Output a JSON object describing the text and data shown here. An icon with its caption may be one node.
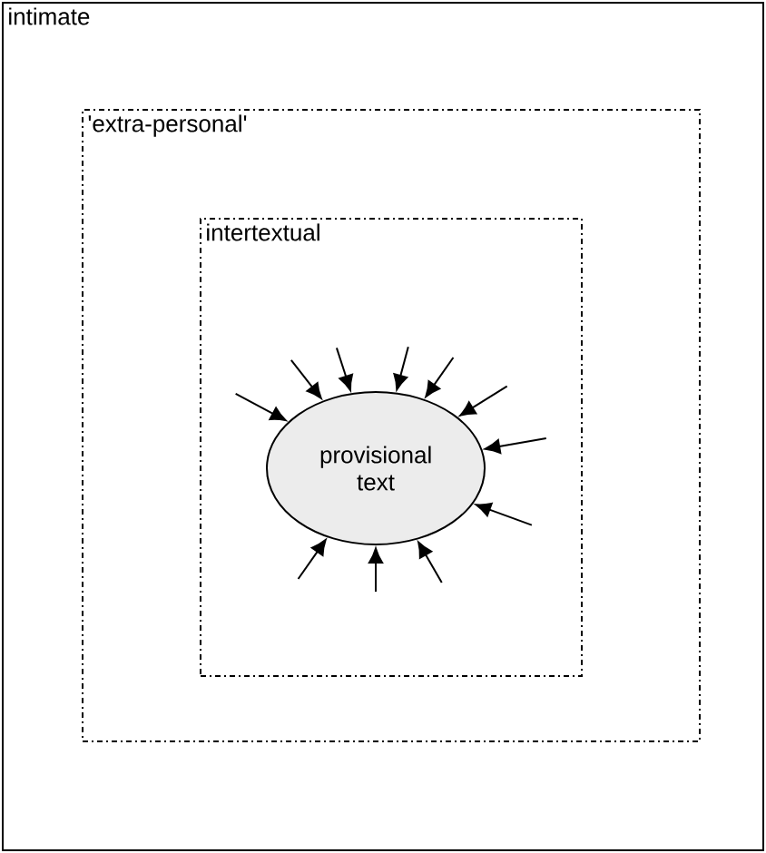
{
  "diagram": {
    "nodes": [
      {
        "text": [
          "intimate"
        ]
      },
      {
        "text": [
          "'extra-personal'"
        ],
        "in": 0
      },
      {
        "text": [
          "intertextual"
        ],
        "in": 1
      },
      {
        "text": [
          "provisional text"
        ],
        "in": 2
      }
    ],
    "edges": [
      {
        "from": null,
        "to": 3,
        "arrow": "to"
      },
      {
        "from": null,
        "to": 3,
        "arrow": "to"
      },
      {
        "from": null,
        "to": 3,
        "arrow": "to"
      },
      {
        "from": null,
        "to": 3,
        "arrow": "to"
      },
      {
        "from": null,
        "to": 3,
        "arrow": "to"
      },
      {
        "from": null,
        "to": 3,
        "arrow": "to"
      },
      {
        "from": null,
        "to": 3,
        "arrow": "to"
      },
      {
        "from": null,
        "to": 3,
        "arrow": "to"
      },
      {
        "from": null,
        "to": 3,
        "arrow": "to"
      },
      {
        "from": null,
        "to": 3,
        "arrow": "to"
      },
      {
        "from": null,
        "to": 3,
        "arrow": "to"
      }
    ]
  }
}
